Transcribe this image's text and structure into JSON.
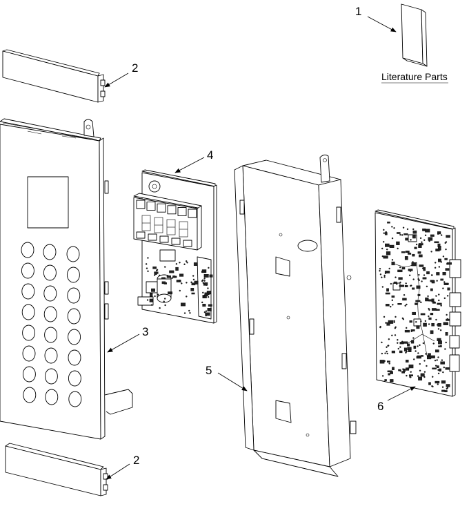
{
  "callouts": [
    {
      "id": "1",
      "label": "1"
    },
    {
      "id": "2a",
      "label": "2"
    },
    {
      "id": "2b",
      "label": "2"
    },
    {
      "id": "3",
      "label": "3"
    },
    {
      "id": "4",
      "label": "4"
    },
    {
      "id": "5",
      "label": "5"
    },
    {
      "id": "6",
      "label": "6"
    }
  ],
  "literature": {
    "caption": "Literature Parts"
  }
}
